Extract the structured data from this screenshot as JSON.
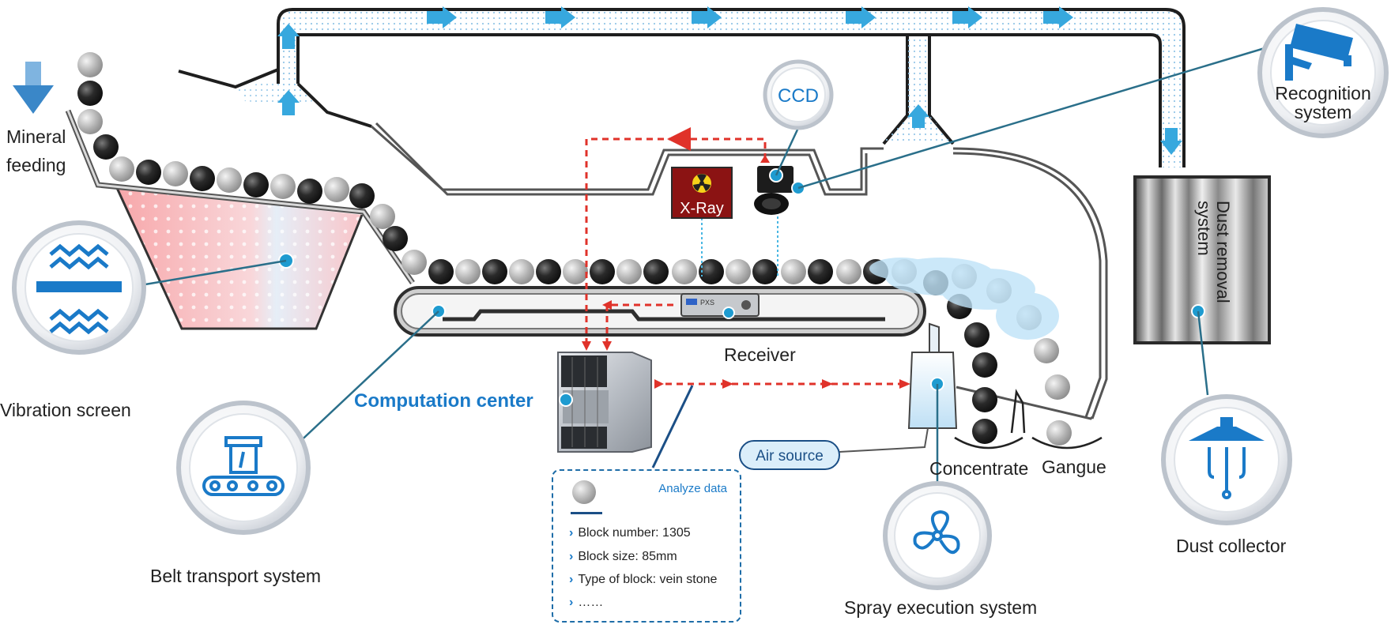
{
  "labels": {
    "mineral_feeding_1": "Mineral",
    "mineral_feeding_2": "feeding",
    "vibration_screen": "Vibration screen",
    "belt_transport": "Belt transport system",
    "computation_center": "Computation center",
    "receiver": "Receiver",
    "xray": "X-Ray",
    "ccd": "CCD",
    "recognition_1": "Recognition",
    "recognition_2": "system",
    "dust_removal_1": "Dust removal",
    "dust_removal_2": "system",
    "dust_collector": "Dust collector",
    "air_source": "Air source",
    "concentrate": "Concentrate",
    "gangue": "Gangue",
    "spray_execution": "Spray execution system",
    "receiver_device_text": "PXS"
  },
  "panel": {
    "title": "Analyze data",
    "rows": [
      "Block number: 1305",
      "Block size: 85mm",
      "Type of block: vein stone",
      "……"
    ]
  },
  "colors": {
    "accent_blue": "#1a7ac8",
    "dark_blue": "#1b4f86",
    "signal_red": "#e0322a",
    "duct_blue": "#cfe4f3",
    "ore_dark": "#222222",
    "ore_light": "#b5b5b5"
  },
  "icons": [
    "down-arrow-icon",
    "vibration-icon",
    "conveyor-icon",
    "camera-icon",
    "dust-hood-icon",
    "fan-icon",
    "radiation-icon"
  ]
}
